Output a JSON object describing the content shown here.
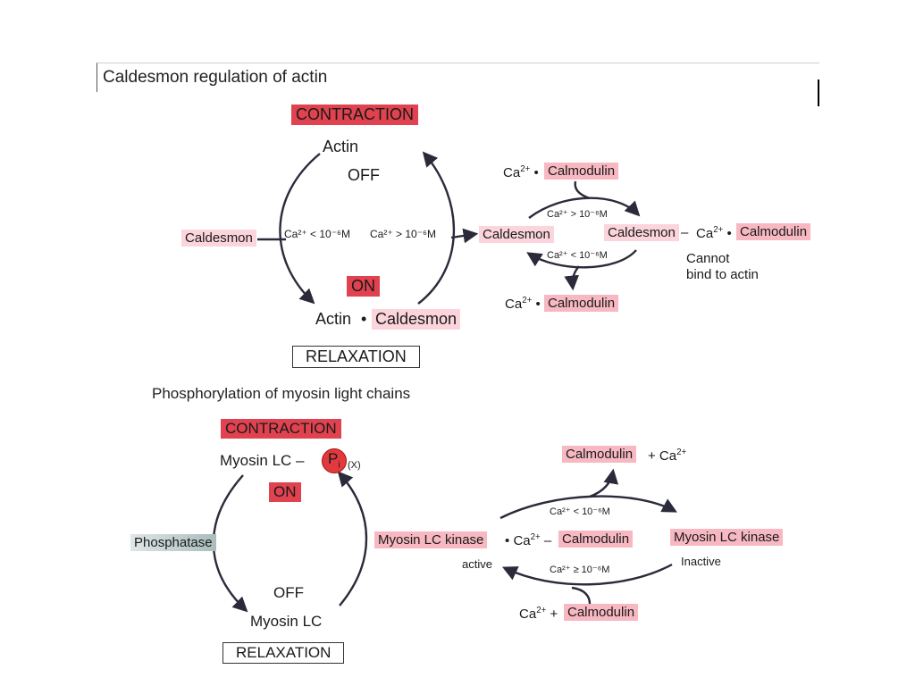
{
  "section1": {
    "heading": "Caldesmon regulation of actin",
    "contraction": "CONTRACTION",
    "actin": "Actin",
    "off": "OFF",
    "caldesmon_left": "Caldesmon",
    "cond_low": "Ca²⁺ < 10⁻⁶M",
    "cond_high": "Ca²⁺ > 10⁻⁶M",
    "on": "ON",
    "actin_bound": "Actin",
    "bullet": "•",
    "caldesmon_bound": "Caldesmon",
    "relaxation": "RELAXATION",
    "right": {
      "ca_top": "Ca",
      "ca_top_charge": "2+",
      "bullet": "•",
      "calmodulin_top": "Calmodulin",
      "cond_top": "Ca²⁺ > 10⁻⁶M",
      "caldesmon_mid": "Caldesmon",
      "complex_caldesmon": "Caldesmon",
      "complex_dash": "–",
      "complex_ca": "Ca",
      "complex_charge": "2+",
      "complex_bullet": "•",
      "complex_calmodulin": "Calmodulin",
      "cond_bottom": "Ca²⁺ < 10⁻⁶M",
      "cannot_1": "Cannot",
      "cannot_2": "bind to actin",
      "ca_bottom": "Ca",
      "ca_bottom_charge": "2+",
      "calmodulin_bottom": "Calmodulin"
    }
  },
  "section2": {
    "heading": "Phosphorylation of myosin light chains",
    "contraction": "CONTRACTION",
    "myosin_lc_p": "Myosin LC –",
    "pi_label": "P",
    "pi_sub": "i",
    "pi_x": "(X)",
    "on": "ON",
    "phosphatase": "Phosphatase",
    "off": "OFF",
    "myosin_lc": "Myosin LC",
    "relaxation": "RELAXATION",
    "right": {
      "calmodulin_top": "Calmodulin",
      "plus_ca_top": "+ Ca",
      "plus_ca_top_charge": "2+",
      "cond_top": "Ca²⁺ < 10⁻⁶M",
      "kinase_active": "Myosin LC kinase",
      "active_bullet": "•",
      "active_ca": "Ca",
      "active_charge": "2+",
      "active_dash": "–",
      "active_calmodulin": "Calmodulin",
      "active_label": "active",
      "kinase_inactive": "Myosin LC kinase",
      "inactive_label": "Inactive",
      "cond_bottom": "Ca²⁺ ≥ 10⁻⁶M",
      "ca_bottom": "Ca",
      "ca_bottom_charge": "2+",
      "plus": "+",
      "calmodulin_bottom": "Calmodulin"
    }
  },
  "colors": {
    "contraction_red": "#e0424f",
    "pink": "#f7b8c2",
    "pi_red": "#e03a3e"
  }
}
